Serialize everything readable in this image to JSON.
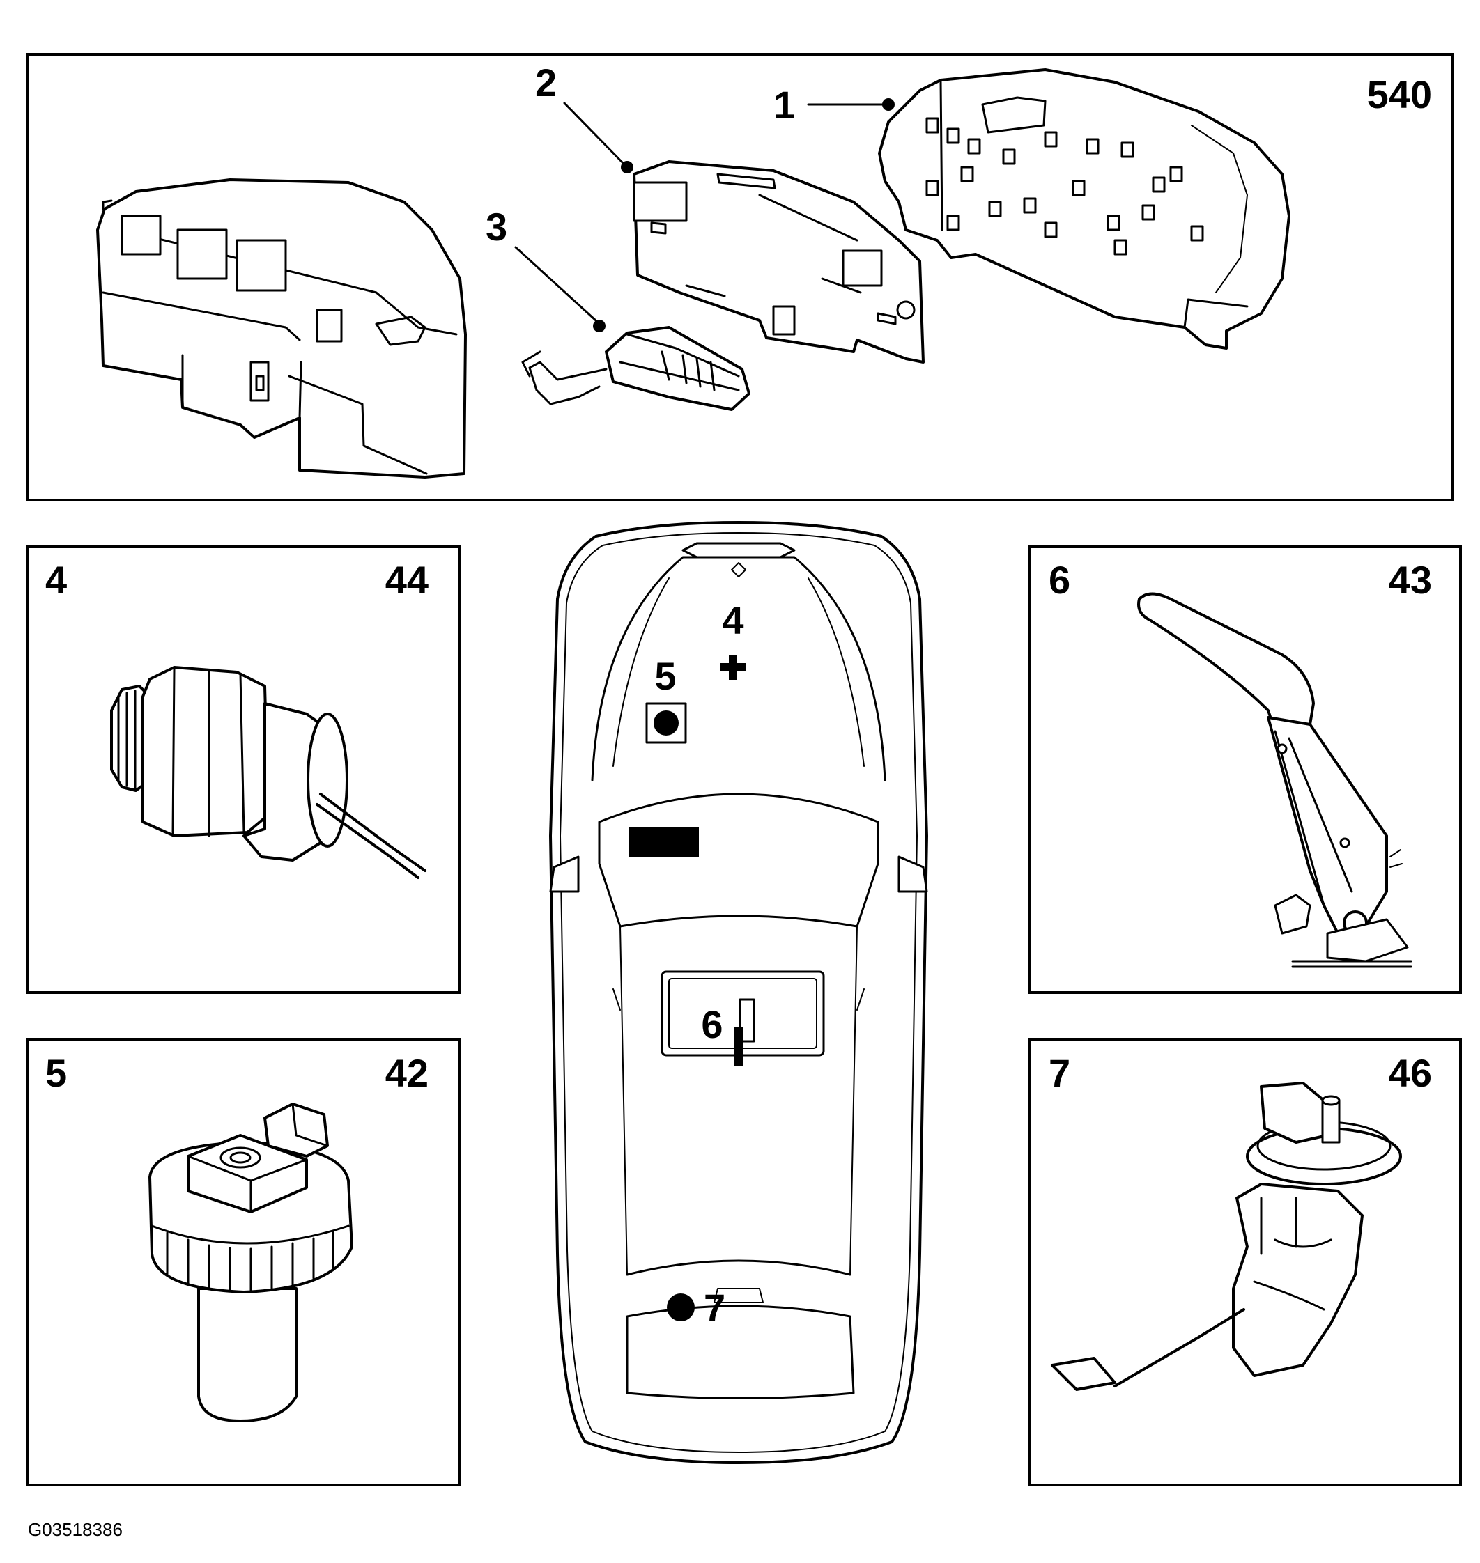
{
  "figure_code": "G03518386",
  "panels": {
    "top": {
      "ref": "540",
      "callouts": [
        "1",
        "2",
        "3"
      ]
    },
    "p4": {
      "index": "4",
      "ref": "44"
    },
    "p5": {
      "index": "5",
      "ref": "42"
    },
    "p6": {
      "index": "6",
      "ref": "43"
    },
    "p7": {
      "index": "7",
      "ref": "46"
    }
  },
  "car_markers": [
    "4",
    "5",
    "6",
    "7"
  ]
}
